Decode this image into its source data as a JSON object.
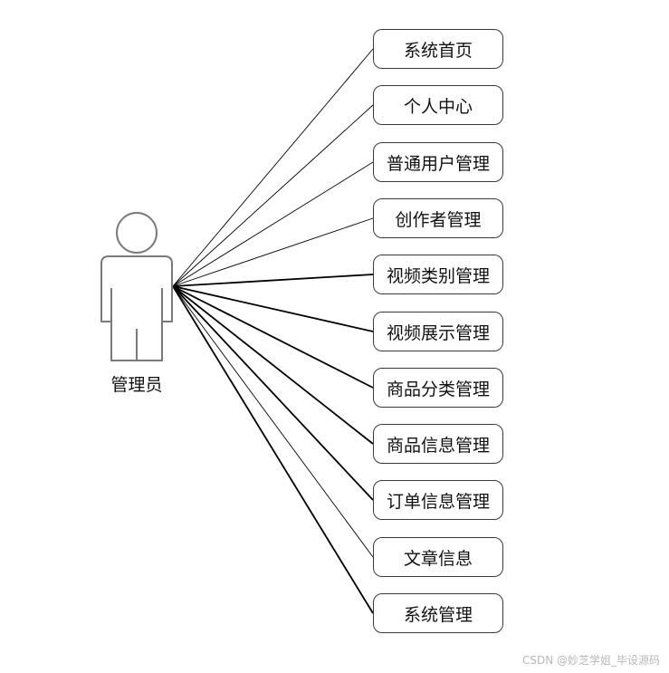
{
  "actor": {
    "label": "管理员",
    "icon": "person-icon",
    "stroke_color": "#7a7a7a"
  },
  "use_cases": [
    {
      "id": "system-home",
      "label": "系统首页",
      "line_weight": "thin"
    },
    {
      "id": "personal-center",
      "label": "个人中心",
      "line_weight": "thin"
    },
    {
      "id": "user-management",
      "label": "普通用户管理",
      "line_weight": "thin"
    },
    {
      "id": "creator-management",
      "label": "创作者管理",
      "line_weight": "thin"
    },
    {
      "id": "video-category-management",
      "label": "视频类别管理",
      "line_weight": "thick"
    },
    {
      "id": "video-display-management",
      "label": "视频展示管理",
      "line_weight": "thick"
    },
    {
      "id": "product-category-management",
      "label": "商品分类管理",
      "line_weight": "thick"
    },
    {
      "id": "product-info-management",
      "label": "商品信息管理",
      "line_weight": "thick"
    },
    {
      "id": "order-info-management",
      "label": "订单信息管理",
      "line_weight": "thick"
    },
    {
      "id": "article-info",
      "label": "文章信息",
      "line_weight": "thin"
    },
    {
      "id": "system-management",
      "label": "系统管理",
      "line_weight": "thick"
    }
  ],
  "watermark": "CSDN @妙芝学姐_毕设源码",
  "colors": {
    "line": "#000000",
    "box_border": "#3a3a3a",
    "text": "#111111",
    "watermark": "#b8b8b8"
  }
}
